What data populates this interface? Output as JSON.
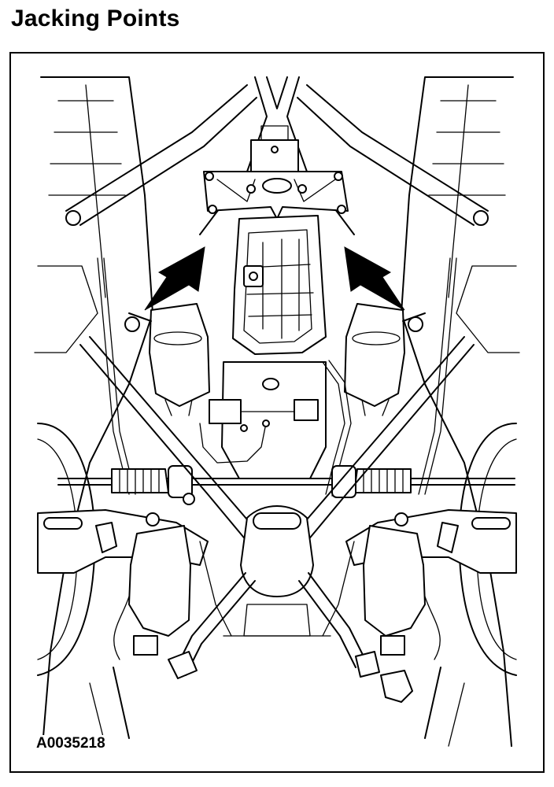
{
  "page": {
    "title": "Jacking Points"
  },
  "figure": {
    "id": "A0035218",
    "colors": {
      "ink": "#000000",
      "paper": "#ffffff"
    },
    "callouts": [
      {
        "name": "left-jacking-point",
        "icon": "arrow-icon"
      },
      {
        "name": "right-jacking-point",
        "icon": "arrow-icon"
      }
    ]
  }
}
